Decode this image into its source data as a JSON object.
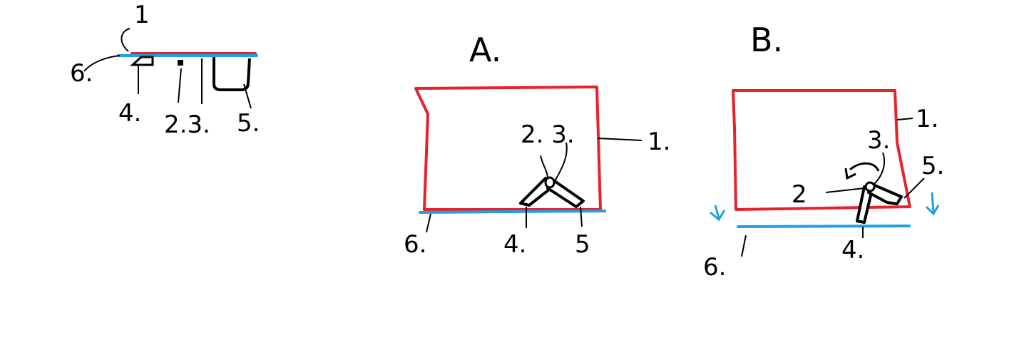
{
  "colors": {
    "frame": "#e8212b",
    "ground": "#1ea0e2",
    "ink": "#000000",
    "background": "#ffffff"
  },
  "overview": {
    "labels": {
      "frame": "1",
      "foot_left": "4.",
      "pins": "2.3.",
      "foot_right": "5.",
      "ground": "6."
    }
  },
  "panel_a": {
    "title": "A.",
    "labels": {
      "frame": "1.",
      "pins": "2. 3.",
      "leg_left": "4.",
      "leg_right": "5",
      "ground": "6."
    }
  },
  "panel_b": {
    "title": "B.",
    "labels": {
      "frame": "1.",
      "pin_top": "3.",
      "pin_mid": "2",
      "leg_right": "5.",
      "leg_down": "4.",
      "ground": "6."
    },
    "icons": [
      "rotate-arrow-icon",
      "down-arrow-icon"
    ]
  }
}
